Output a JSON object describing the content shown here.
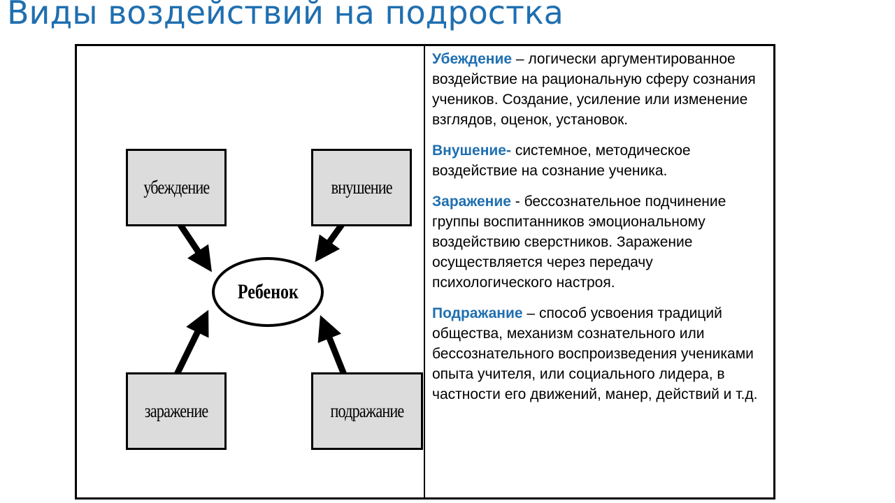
{
  "title": "Виды воздействий на подростка",
  "diagram": {
    "center": "Ребенок",
    "boxes": {
      "top_left": "убеждение",
      "top_right": "внушение",
      "bottom_left": "заражение",
      "bottom_right": "подражание"
    }
  },
  "definitions": [
    {
      "term": "Убеждение",
      "text": " – логически аргументированное воздействие на рациональную сферу сознания учеников. Создание, усиление или изменение взглядов, оценок, установок."
    },
    {
      "term": "Внушение-",
      "text": " системное, методическое воздействие на сознание ученика."
    },
    {
      "term": "Заражение",
      "text": " - бессознательное подчинение группы воспитанников эмоциональному воздействию сверстников. Заражение осуществляется через передачу психологического настроя."
    },
    {
      "term": "Подражание",
      "text": " – способ усвоения традиций общества, механизм сознательного или бессознательного воспроизведения учениками опыта учителя, или социального лидера, в частности его движений, манер, действий и т.д."
    }
  ],
  "colors": {
    "title": "#1f6fb0",
    "term": "#1f6fb0",
    "box_fill": "#dcdcdc"
  }
}
